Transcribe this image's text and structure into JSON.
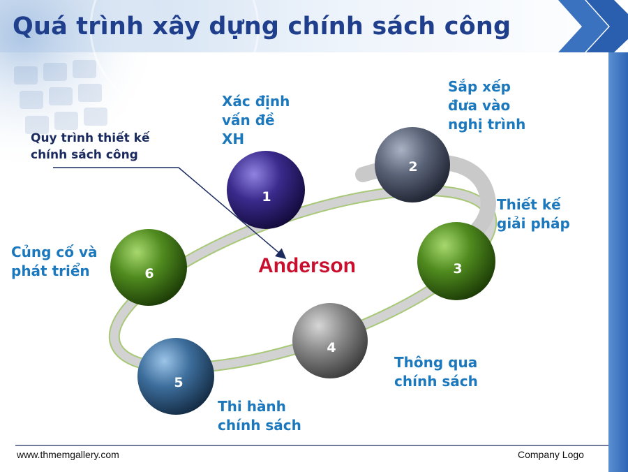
{
  "slide": {
    "title": "Quá trình xây dựng chính sách công",
    "center_label": "Anderson",
    "annotation": {
      "line1": "Quy trình thiết kế",
      "line2": "chính sách công"
    },
    "footer": {
      "left": "www.thmemgallery.com",
      "right": "Company Logo"
    }
  },
  "steps": [
    {
      "number": "1",
      "label_lines": [
        "Xác định",
        "vấn đề",
        "XH"
      ]
    },
    {
      "number": "2",
      "label_lines": [
        "Sắp xếp",
        "đưa vào",
        "nghị trình"
      ]
    },
    {
      "number": "3",
      "label_lines": [
        "Thiết kế",
        "giải pháp"
      ]
    },
    {
      "number": "4",
      "label_lines": [
        "Thông qua",
        "chính sách"
      ]
    },
    {
      "number": "5",
      "label_lines": [
        "Thi hành",
        "chính sách"
      ]
    },
    {
      "number": "6",
      "label_lines": [
        "Củng cố và",
        "phát triển"
      ]
    }
  ],
  "colors": {
    "title": "#1f3f8c",
    "label": "#1c78bd",
    "center": "#c8102e",
    "step1": "#3a2a8c",
    "step2": "#5b6478",
    "step3": "#4f8a1e",
    "step4": "#8a8a8a",
    "step5": "#3d6e9c",
    "step6": "#4f8a1e"
  }
}
